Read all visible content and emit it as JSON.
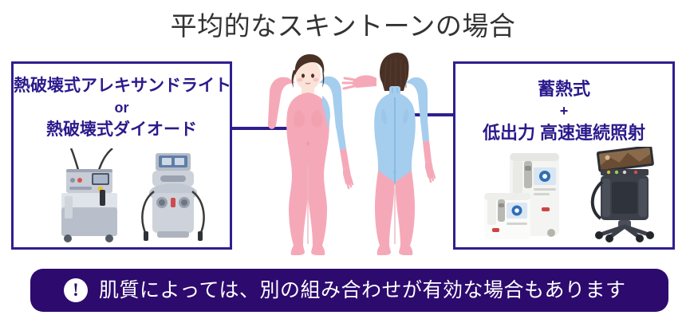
{
  "title": "平均的なスキントーンの場合",
  "colors": {
    "box_border": "#2e1f8f",
    "box_text": "#2b1a8c",
    "connector": "#2e1f8f",
    "banner_bg": "#2d0a6e",
    "banner_text": "#ffffff",
    "title_text": "#333333",
    "skin_pink": "#f5a9b8",
    "skin_blue": "#a5cdee",
    "hair_brown": "#4a3126"
  },
  "left_box": {
    "line1": "熱破壊式アレキサンドライト",
    "connector": "or",
    "line2": "熱破壊式ダイオード",
    "devices": [
      {
        "name": "laser-machine-gray-tall",
        "caption": ""
      },
      {
        "name": "laser-machine-gray-rounded",
        "caption": ""
      }
    ]
  },
  "right_box": {
    "line1": "蓄熱式",
    "connector": "+",
    "line2": "低出力 高速連続照射",
    "devices": [
      {
        "name": "laser-machine-white-pair",
        "caption": ""
      },
      {
        "name": "laser-machine-dark-screen",
        "caption": ""
      }
    ]
  },
  "figures": {
    "front": {
      "name": "female-body-front-view",
      "alt": "正面"
    },
    "back": {
      "name": "female-body-back-view",
      "alt": "背面"
    }
  },
  "note": {
    "icon": "exclamation-circle-icon",
    "text": "肌質によっては、別の組み合わせが有効な場合もあります"
  }
}
